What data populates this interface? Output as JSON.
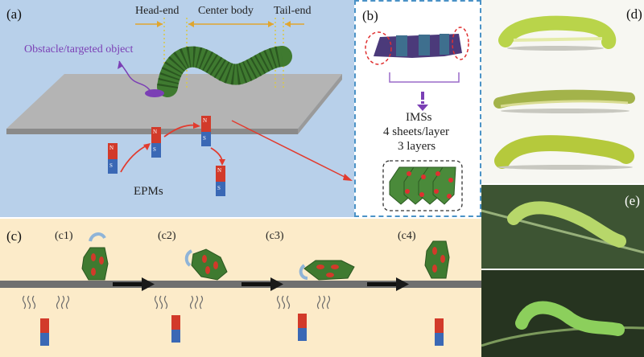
{
  "panel_a": {
    "label": "(a)",
    "head_end": "Head-end",
    "center_body": "Center body",
    "tail_end": "Tail-end",
    "obstacle": "Obstacle/targeted object",
    "epms": "EPMs",
    "magnet_n": "N",
    "magnet_s": "S"
  },
  "panel_b": {
    "label": "(b)",
    "imss": "IMSs",
    "sheets": "4 sheets/layer",
    "layers": "3 layers"
  },
  "panel_c": {
    "label": "(c)",
    "steps": [
      "(c1)",
      "(c2)",
      "(c3)",
      "(c4)"
    ]
  },
  "panel_d": {
    "label": "(d)"
  },
  "panel_e": {
    "label": "(e)"
  },
  "colors": {
    "panel_a_bg": "#b8d0ea",
    "panel_c_bg": "#fcebc9",
    "dashed_border": "#4a92c6",
    "robot_green": "#3f7a30",
    "magnet_red": "#d23a2a",
    "magnet_blue": "#3a68b5",
    "arrow_red": "#e23b2e",
    "purple": "#7b3fb5"
  }
}
